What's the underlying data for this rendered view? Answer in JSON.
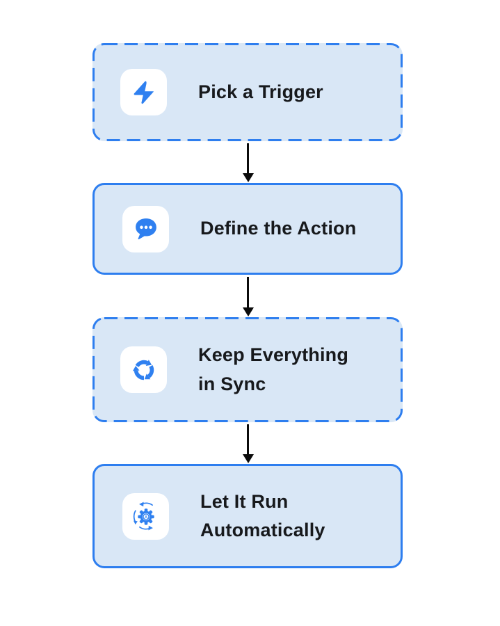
{
  "diagram": {
    "type": "vertical-flowchart",
    "steps": [
      {
        "label": "Pick a Trigger",
        "icon": "lightning-bolt-icon",
        "border_style": "dashed"
      },
      {
        "label": "Define the Action",
        "icon": "chat-bubble-icon",
        "border_style": "solid"
      },
      {
        "label": "Keep Everything\nin Sync",
        "icon": "sync-arrows-icon",
        "border_style": "dashed"
      },
      {
        "label": "Let It Run\nAutomatically",
        "icon": "automation-gear-icon",
        "border_style": "solid"
      }
    ],
    "connectors": [
      {
        "from": 1,
        "to": 2,
        "shape": "arrow-down"
      },
      {
        "from": 2,
        "to": 3,
        "shape": "arrow-down"
      },
      {
        "from": 3,
        "to": 4,
        "shape": "arrow-down"
      }
    ],
    "gear_letter": "A"
  },
  "colors": {
    "accent_blue": "#2e7eef",
    "icon_blue": "#2f80f0",
    "box_fill": "#d9e7f6",
    "icon_tile_bg": "#ffffff",
    "text_dark": "#17191c",
    "arrow_black": "#0b0b0b",
    "page_background": "#ffffff"
  }
}
